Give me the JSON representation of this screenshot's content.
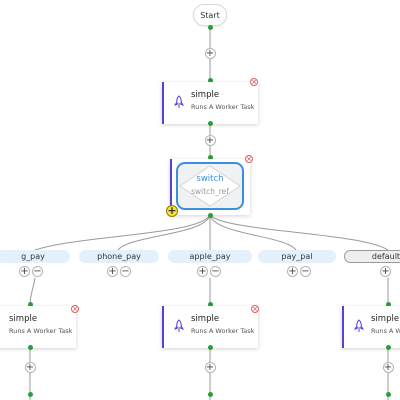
{
  "start_label": "Start",
  "add_symbol": "+",
  "remove_symbol": "−",
  "close_symbol": "×",
  "switch_add_symbol": "+",
  "accent_color": "#3c8ee0",
  "task_border_color": "#5a3fd8",
  "connector_dot_color": "#2e9b3a",
  "tasks": [
    {
      "title": "simple",
      "subtitle": "Runs A Worker Task",
      "icon": "rocket-icon"
    },
    {
      "title": "simple",
      "subtitle": "Runs A Worker Task",
      "icon": "rocket-icon"
    },
    {
      "title": "simple",
      "subtitle": "Runs A Worker Task",
      "icon": "rocket-icon"
    },
    {
      "title": "simple",
      "subtitle": "Runs A Worker Task",
      "icon": "rocket-icon"
    }
  ],
  "switch_node": {
    "label": "switch",
    "ref": "switch_ref"
  },
  "branches": [
    {
      "label": "g_pay"
    },
    {
      "label": "phone_pay"
    },
    {
      "label": "apple_pay"
    },
    {
      "label": "pay_pal"
    },
    {
      "label": "default"
    }
  ]
}
